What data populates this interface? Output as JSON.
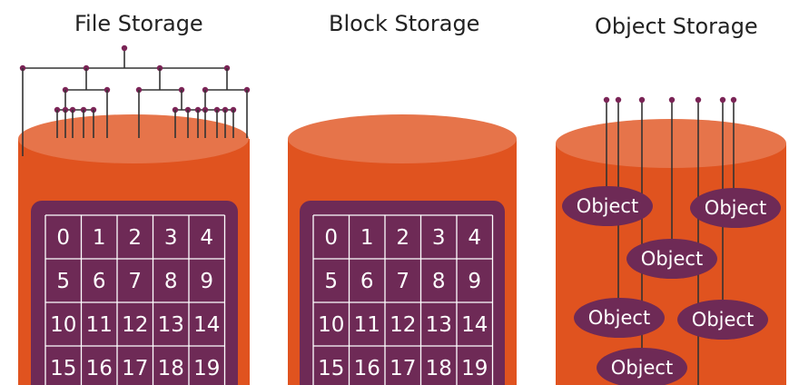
{
  "titles": {
    "file": "File Storage",
    "block": "Block Storage",
    "object": "Object Storage"
  },
  "grid_numbers": [
    "0",
    "1",
    "2",
    "3",
    "4",
    "5",
    "6",
    "7",
    "8",
    "9",
    "10",
    "11",
    "12",
    "13",
    "14",
    "15",
    "16",
    "17",
    "18",
    "19"
  ],
  "object_label": "Object",
  "colors": {
    "cylinder_body": "#e0531f",
    "cylinder_top": "#e6744a",
    "panel": "#6e2a56",
    "line": "#333333",
    "node": "#7a2456"
  }
}
